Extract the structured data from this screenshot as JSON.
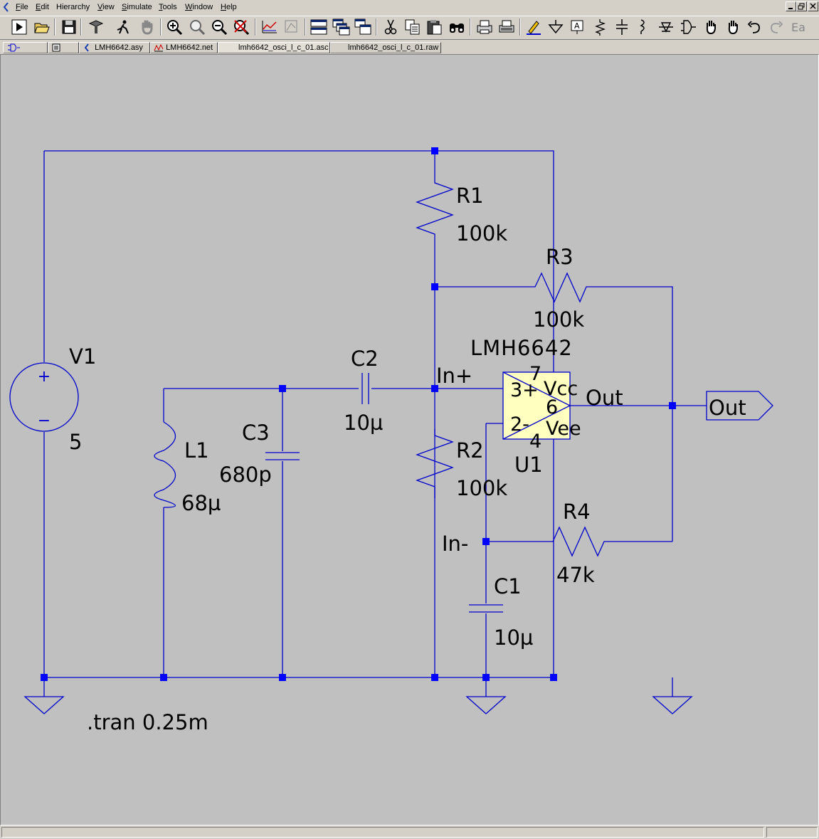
{
  "menu": {
    "items": [
      "File",
      "Edit",
      "Hierarchy",
      "View",
      "Simulate",
      "Tools",
      "Window",
      "Help"
    ],
    "underline": [
      "F",
      "E",
      "",
      "V",
      "S",
      "T",
      "W",
      "H"
    ]
  },
  "toolbar": {
    "buttons": [
      "run-icon",
      "open-icon",
      "save-icon",
      "control-panel-icon",
      "halt-icon",
      "pan-hand-icon",
      "zoom-in-icon",
      "zoom-area-icon",
      "zoom-out-icon",
      "zoom-fit-icon",
      "autorange-icon",
      "plot-settings-icon",
      "tile-horizontal-icon",
      "cascade-icon",
      "tile-vertical-icon",
      "cut-icon",
      "copy-icon",
      "paste-icon",
      "find-icon",
      "print-icon",
      "print-preview-icon",
      "draw-wire-icon",
      "ground-icon",
      "label-net-icon",
      "resistor-icon",
      "capacitor-icon",
      "inductor-icon",
      "diode-icon",
      "component-icon",
      "move-icon",
      "drag-icon",
      "undo-icon",
      "redo-icon",
      "text-icon"
    ]
  },
  "tabs": [
    {
      "label": "",
      "icon": "schematic-tab-icon"
    },
    {
      "label": "",
      "icon": "netlist-tab-icon"
    },
    {
      "label": "LMH6642.asy",
      "icon": "symbol-tab-icon"
    },
    {
      "label": "LMH6642.net",
      "icon": "waveform-tab-icon"
    },
    {
      "label": "lmh6642_osci_l_c_01.asc",
      "icon": ""
    },
    {
      "label": "lmh6642_osci_l_c_01.raw",
      "icon": ""
    }
  ],
  "active_tab": 4,
  "schematic": {
    "wire_color": "#0000cc",
    "junction_color": "#0000ff",
    "background": "#c0c0c0",
    "opamp_fill": "#ffffc0",
    "V1": {
      "name": "V1",
      "value": "5",
      "plus": "+",
      "minus": "−"
    },
    "R1": {
      "name": "R1",
      "value": "100k"
    },
    "R2": {
      "name": "R2",
      "value": "100k"
    },
    "R3": {
      "name": "R3",
      "value": "100k"
    },
    "R4": {
      "name": "R4",
      "value": "47k"
    },
    "C1": {
      "name": "C1",
      "value": "10µ"
    },
    "C2": {
      "name": "C2",
      "value": "10µ"
    },
    "C3": {
      "name": "C3",
      "value": "680p"
    },
    "L1": {
      "name": "L1",
      "value": "68µ"
    },
    "U1": {
      "model": "LMH6642",
      "ref": "U1",
      "pin_plus": "3+",
      "pin_minus": "2-",
      "pin_vcc_num": "7",
      "pin_vcc": "Vcc",
      "pin_out_num": "6",
      "pin_vee": "Vee",
      "pin_vee_num": "4"
    },
    "labels": {
      "in_plus": "In+",
      "in_minus": "In-",
      "out_net": "Out",
      "out_port": "Out"
    },
    "directive": ".tran 0.25m"
  }
}
